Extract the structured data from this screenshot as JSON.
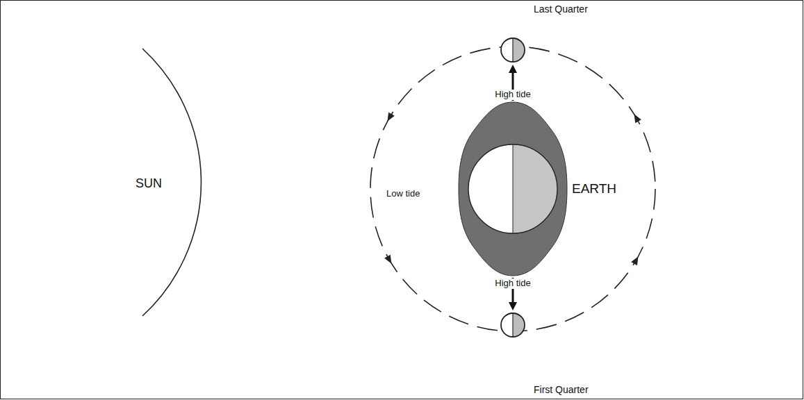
{
  "diagram": {
    "nodes": [
      {
        "text": [
          "SUN"
        ]
      },
      {
        "text": [
          "Last Quarter"
        ]
      },
      {
        "text": [
          "EARTH"
        ]
      },
      {
        "text": [
          "First Quarter"
        ]
      }
    ],
    "edges": [
      {
        "from": 2,
        "to": 1,
        "arrow": "to",
        "label": "High tide"
      },
      {
        "from": 2,
        "to": 3,
        "arrow": "to",
        "label": "High tide"
      }
    ],
    "labels": [
      "Low tide"
    ]
  }
}
